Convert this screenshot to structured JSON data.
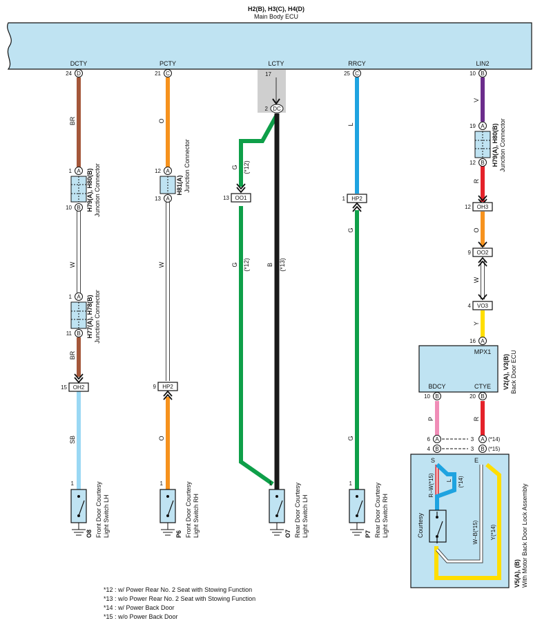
{
  "main_ecu": {
    "codes": "H2(B), H3(C), H4(D)",
    "name": "Main Body ECU"
  },
  "ecu_terminals": [
    {
      "name": "DCTY",
      "pin": "24",
      "conn": "D"
    },
    {
      "name": "PCTY",
      "pin": "21",
      "conn": "C"
    },
    {
      "name": "LCTY",
      "pin": "17",
      "conn": ""
    },
    {
      "name": "RRCY",
      "pin": "25",
      "conn": "C"
    },
    {
      "name": "LIN2",
      "pin": "10",
      "conn": "B"
    }
  ],
  "lcty_conn": {
    "pin": "2",
    "conn": "DC"
  },
  "wire_colors": {
    "BR": "#a4573a",
    "O": "#f6921e",
    "G": "#0e9f49",
    "B": "#1a1a1a",
    "L": "#1ea3e0",
    "V": "#6b2d8c",
    "R": "#e4222a",
    "Y": "#ffde00",
    "SB": "#9ad8f4",
    "P": "#f08db7",
    "W": "#ffffff"
  },
  "wire_labels": {
    "dcty_1": "BR",
    "dcty_2": "W",
    "dcty_3": "BR",
    "dcty_4": "SB",
    "pcty_1": "O",
    "pcty_2": "W",
    "pcty_3": "O",
    "lcty_g1": "G",
    "lcty_g1_note": "(*12)",
    "lcty_g2": "G",
    "lcty_g2_note": "(*12)",
    "lcty_b": "B",
    "lcty_b_note": "(*13)",
    "rrcy_1": "L",
    "rrcy_2": "G",
    "lin2_1": "V",
    "lin2_2": "R",
    "lin2_3": "O",
    "lin2_4": "W",
    "lin2_5": "Y",
    "bd_1": "P",
    "bd_2": "R"
  },
  "junctions": [
    {
      "code": "H79(A), H80(B)",
      "name": "Junction Connector",
      "pin_top": "1",
      "conn_top": "A",
      "pin_bot": "10",
      "conn_bot": "B"
    },
    {
      "code": "H77(A), H78(B)",
      "name": "Junction Connector",
      "pin_top": "1",
      "conn_top": "A",
      "pin_bot": "11",
      "conn_bot": "B"
    },
    {
      "code": "H81(A)",
      "name": "Junction Connector",
      "pin_top": "12",
      "conn_top": "A",
      "pin_bot": "13",
      "conn_bot": "A"
    },
    {
      "code": "H79(A), H80(B)",
      "name": "Junction Connector",
      "pin_top": "19",
      "conn_top": "A",
      "pin_bot": "12",
      "conn_bot": "B"
    }
  ],
  "inline_connectors": [
    {
      "id": "OH2",
      "pin": "15"
    },
    {
      "id": "HP2",
      "pin": "9"
    },
    {
      "id": "OO1",
      "pin": "13"
    },
    {
      "id": "HP2",
      "pin": "1"
    },
    {
      "id": "OH3",
      "pin": "12"
    },
    {
      "id": "OO2",
      "pin": "9"
    },
    {
      "id": "VO3",
      "pin": "4"
    }
  ],
  "switches": [
    {
      "code": "O8",
      "name_line1": "Front Door Courtesy",
      "name_line2": "Light Switch LH",
      "pin": "1"
    },
    {
      "code": "P6",
      "name_line1": "Front Door Courtesy",
      "name_line2": "Light Switch RH",
      "pin": "1"
    },
    {
      "code": "O7",
      "name_line1": "Rear Door Courtesy",
      "name_line2": "Light Switch LH",
      "pin": "1"
    },
    {
      "code": "P7",
      "name_line1": "Rear Door Courtesy",
      "name_line2": "Light Switch RH",
      "pin": "1"
    }
  ],
  "back_door_ecu": {
    "code": "V2(A), V3(B)",
    "name": "Back Door ECU",
    "input": "MPX1",
    "in_pin": "16",
    "in_conn": "A",
    "out_left": "BDCY",
    "out_right": "CTYE",
    "left_pin": "10",
    "left_conn": "B",
    "right_pin": "20",
    "right_conn": "B"
  },
  "splice_rows": [
    {
      "pin_l": "6",
      "conn_l": "A",
      "pin_r": "3",
      "conn_r": "A",
      "note": "(*14)"
    },
    {
      "pin_l": "4",
      "conn_l": "B",
      "pin_r": "3",
      "conn_r": "B",
      "note": "(*15)"
    }
  ],
  "lock_assembly": {
    "code": "V5(A), (B)",
    "name": "With Motor Back Door Lock Assembly",
    "term_s": "S",
    "term_e": "E",
    "switch_label": "Courtesy",
    "rw_label": "R–W(*15)",
    "l_label": "L",
    "l_note": "(*14)",
    "wb_label": "W–B(*15)",
    "y_label": "Y(*14)"
  },
  "footnotes": [
    "*12 : w/ Power Rear No. 2 Seat with Stowing Function",
    "*13 : w/o Power Rear No. 2 Seat with Stowing Function",
    "*14 : w/ Power Back Door",
    "*15 : w/o Power Back Door"
  ]
}
